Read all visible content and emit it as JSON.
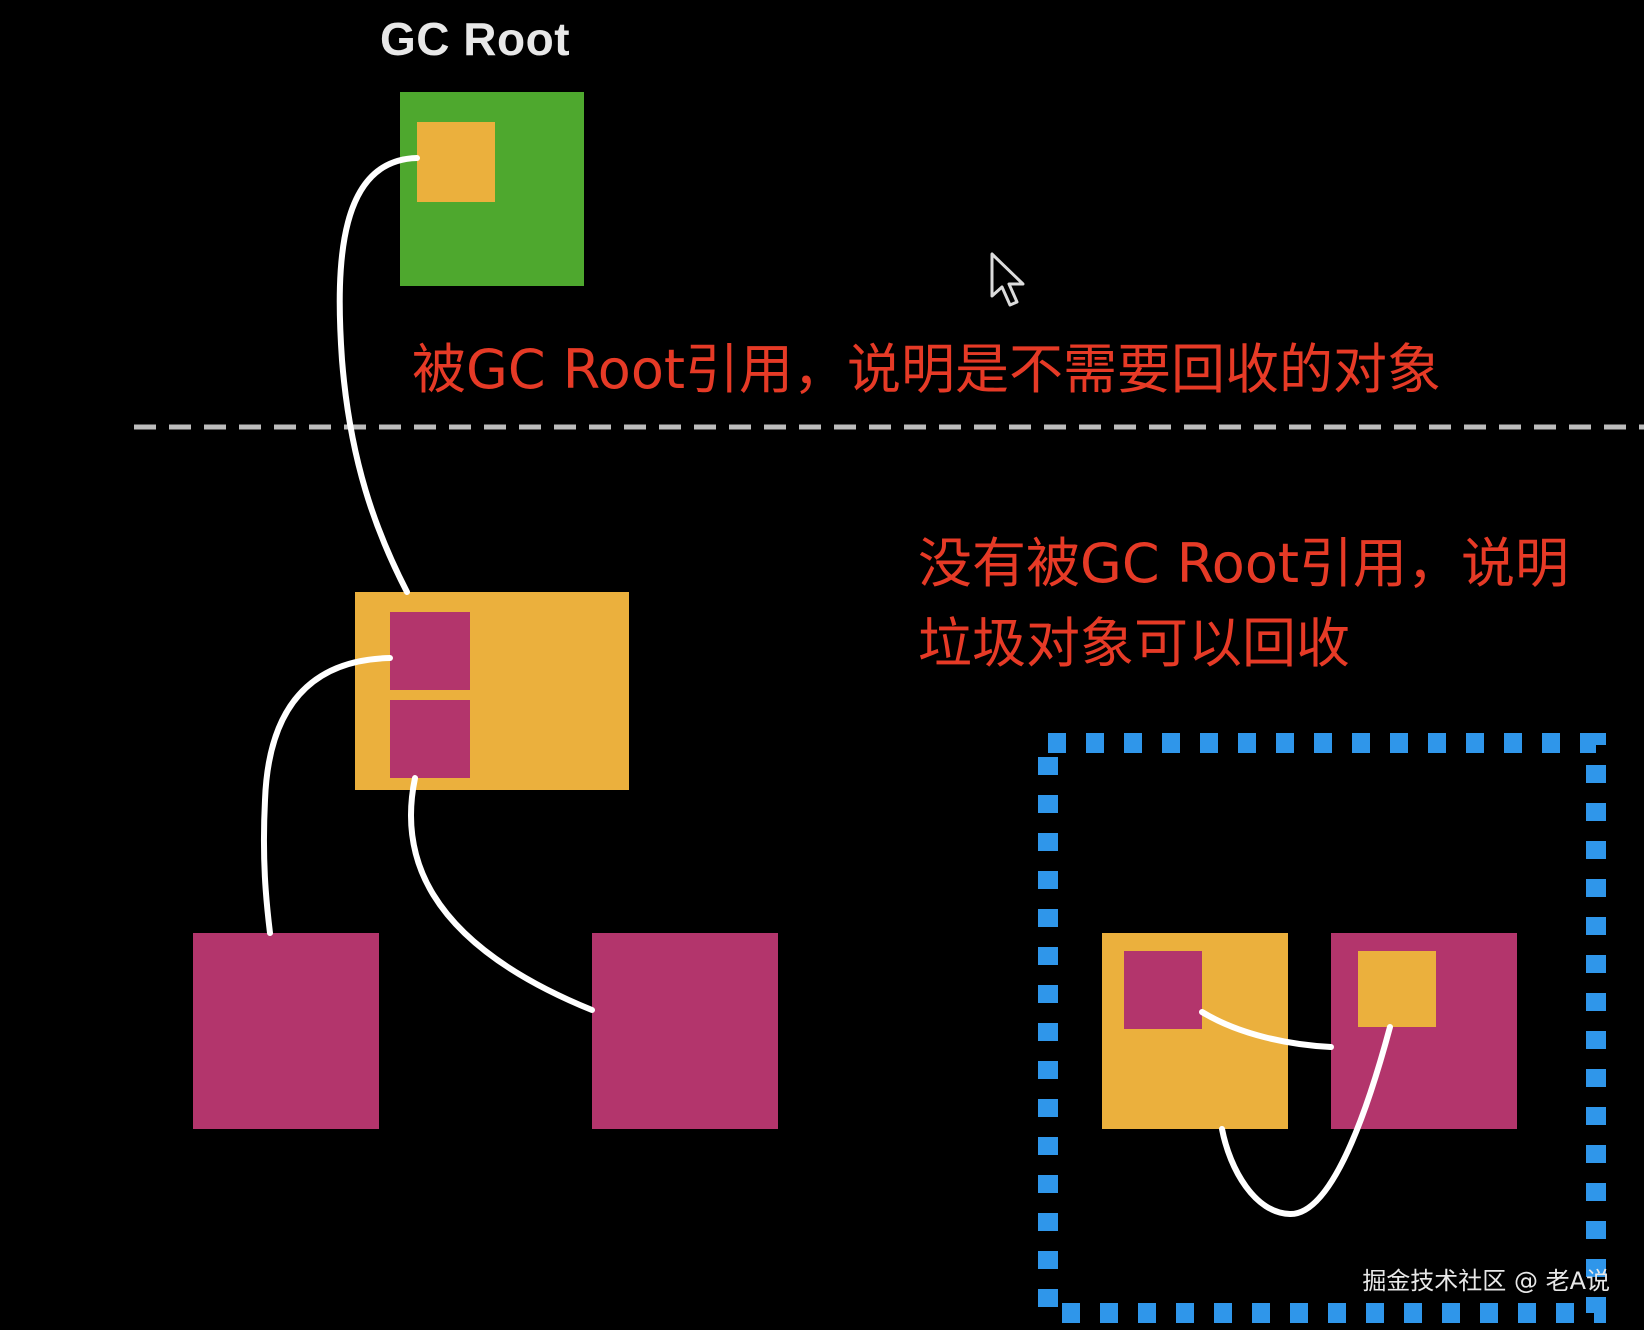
{
  "diagram": {
    "root_label": "GC Root",
    "caption_referenced": "被GC Root引用，说明是不需要回收的对象",
    "caption_unreferenced_line1": "没有被GC Root引用，说明",
    "caption_unreferenced_line2": "垃圾对象可以回收"
  },
  "watermark": "掘金技术社区 @ 老A说",
  "colors": {
    "background": "#000000",
    "gc_root": "#4ea82e",
    "object_yellow": "#ebb03d",
    "object_magenta": "#b3356c",
    "reference_line": "#ffffff",
    "boundary_dashed": "#bdbdbd",
    "garbage_region_border": "#2f96ea",
    "caption_text": "#e63a26"
  }
}
